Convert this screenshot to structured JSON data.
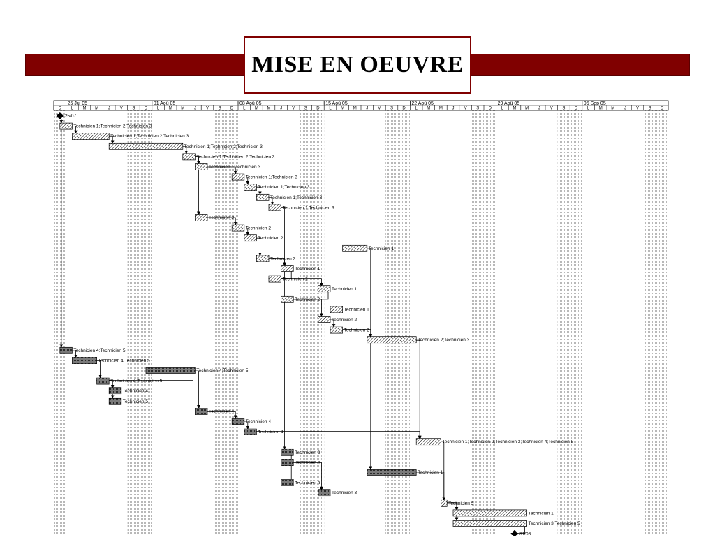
{
  "title": "MISE EN OEUVRE",
  "colors": {
    "banner": "#800000",
    "bar_fill": "#555555",
    "weekend_fill": "#e6e6e6"
  },
  "chart_data": {
    "type": "gantt",
    "timescale": {
      "weeks": [
        "25 Jul 05",
        "01 Aoû 05",
        "08 Aoû 05",
        "15 Aoû 05",
        "22 Aoû 05",
        "29 Aoû 05",
        "05 Sep 05"
      ],
      "first_day_letter": "D",
      "day_letters": [
        "L",
        "M",
        "M",
        "J",
        "V",
        "S",
        "D"
      ]
    },
    "milestones": [
      {
        "label": "25/07",
        "day": 0.5,
        "row": 0
      },
      {
        "label": "31/08",
        "day": 37.5,
        "row": 41
      }
    ],
    "tasks": [
      {
        "row": 1,
        "start": 0.5,
        "dur": 1,
        "style": "hatch",
        "label": "Technicien 1;Technicien 2;Technicien 3"
      },
      {
        "row": 2,
        "start": 1.5,
        "dur": 3,
        "style": "hatch",
        "label": "Technicien 1;Technicien 2;Technicien 3"
      },
      {
        "row": 3,
        "start": 4.5,
        "dur": 6,
        "style": "hatch",
        "label": "Technicien 1;Technicien 2;Technicien 3"
      },
      {
        "row": 4,
        "start": 10.5,
        "dur": 1,
        "style": "hatch",
        "label": "Technicien 1;Technicien 2;Technicien 3"
      },
      {
        "row": 5,
        "start": 11.5,
        "dur": 1,
        "style": "hatch",
        "label": "Technicien 1;Technicien 3"
      },
      {
        "row": 6,
        "start": 14.5,
        "dur": 1,
        "style": "hatch",
        "label": "Technicien 1;Technicien 3"
      },
      {
        "row": 7,
        "start": 15.5,
        "dur": 1,
        "style": "hatch",
        "label": "Technicien 1;Technicien 3"
      },
      {
        "row": 8,
        "start": 16.5,
        "dur": 1,
        "style": "hatch",
        "label": "Technicien 1;Technicien 3"
      },
      {
        "row": 9,
        "start": 17.5,
        "dur": 1,
        "style": "hatch",
        "label": "Technicien 1;Technicien 3"
      },
      {
        "row": 10,
        "start": 11.5,
        "dur": 1,
        "style": "hatch",
        "label": "Technicien 2"
      },
      {
        "row": 11,
        "start": 14.5,
        "dur": 1,
        "style": "hatch",
        "label": "Technicien 2"
      },
      {
        "row": 12,
        "start": 15.5,
        "dur": 1,
        "style": "hatch",
        "label": "Technicien 2"
      },
      {
        "row": 13,
        "start": 23.5,
        "dur": 2,
        "style": "hatch",
        "label": "Technicien 1"
      },
      {
        "row": 14,
        "start": 16.5,
        "dur": 1,
        "style": "hatch",
        "label": "Technicien 2"
      },
      {
        "row": 15,
        "start": 18.5,
        "dur": 1,
        "style": "hatch",
        "label": "Technicien 1"
      },
      {
        "row": 16,
        "start": 17.5,
        "dur": 1,
        "style": "hatch",
        "label": "Technicien 2"
      },
      {
        "row": 17,
        "start": 21.5,
        "dur": 1,
        "style": "hatch",
        "label": "Technicien 1"
      },
      {
        "row": 18,
        "start": 18.5,
        "dur": 1,
        "style": "hatch",
        "label": "Technicien 2"
      },
      {
        "row": 19,
        "start": 22.5,
        "dur": 1,
        "style": "hatch",
        "label": "Technicien 1"
      },
      {
        "row": 20,
        "start": 21.5,
        "dur": 1,
        "style": "hatch",
        "label": "Technicien 2"
      },
      {
        "row": 21,
        "start": 22.5,
        "dur": 1,
        "style": "hatch",
        "label": "Technicien 2"
      },
      {
        "row": 22,
        "start": 25.5,
        "dur": 4,
        "style": "hatch",
        "label": "Technicien 2;Technicien 3"
      },
      {
        "row": 23,
        "start": 0.5,
        "dur": 1,
        "style": "dark",
        "label": "Technicien 4;Technicien 5"
      },
      {
        "row": 24,
        "start": 1.5,
        "dur": 2,
        "style": "dark",
        "label": "Technicien 4;Technicien 5"
      },
      {
        "row": 25,
        "start": 7.5,
        "dur": 4,
        "style": "dark",
        "label": "Technicien 4;Technicien 5"
      },
      {
        "row": 26,
        "start": 3.5,
        "dur": 1,
        "style": "dark",
        "label": "Technicien 4;Technicien 5"
      },
      {
        "row": 27,
        "start": 4.5,
        "dur": 1,
        "style": "dark",
        "label": "Technicien 4"
      },
      {
        "row": 28,
        "start": 4.5,
        "dur": 1,
        "style": "dark",
        "label": "Technicien 5"
      },
      {
        "row": 29,
        "start": 11.5,
        "dur": 1,
        "style": "dark",
        "label": "Technicien 4"
      },
      {
        "row": 30,
        "start": 14.5,
        "dur": 1,
        "style": "dark",
        "label": "Technicien 4"
      },
      {
        "row": 31,
        "start": 15.5,
        "dur": 1,
        "style": "dark",
        "label": "Technicien 4"
      },
      {
        "row": 32,
        "start": 29.5,
        "dur": 2,
        "style": "hatch",
        "label": "Technicien 1;Technicien 2;Technicien 3;Technicien 4;Technicien 5"
      },
      {
        "row": 33,
        "start": 18.5,
        "dur": 1,
        "style": "dark",
        "label": "Technicien 3"
      },
      {
        "row": 34,
        "start": 18.5,
        "dur": 1,
        "style": "dark",
        "label": "Technicien 4"
      },
      {
        "row": 35,
        "start": 25.5,
        "dur": 4,
        "style": "dark",
        "label": "Technicien 1"
      },
      {
        "row": 36,
        "start": 18.5,
        "dur": 1,
        "style": "dark",
        "label": "Technicien 5"
      },
      {
        "row": 37,
        "start": 21.5,
        "dur": 1,
        "style": "dark",
        "label": "Technicien 3"
      },
      {
        "row": 38,
        "start": 31.5,
        "dur": 0.5,
        "style": "hatch",
        "label": "Technicien 5"
      },
      {
        "row": 39,
        "start": 32.5,
        "dur": 6,
        "style": "hatch",
        "label": "Technicien 1"
      },
      {
        "row": 40,
        "start": 32.5,
        "dur": 6,
        "style": "hatch",
        "label": "Technicien 3;Technicien 5"
      }
    ],
    "links": [
      [
        0,
        1
      ],
      [
        1,
        2
      ],
      [
        2,
        3
      ],
      [
        3,
        4
      ],
      [
        4,
        5
      ],
      [
        5,
        6
      ],
      [
        6,
        7
      ],
      [
        7,
        8
      ],
      [
        8,
        9
      ],
      [
        4,
        10
      ],
      [
        10,
        11
      ],
      [
        11,
        12
      ],
      [
        12,
        14
      ],
      [
        14,
        15
      ],
      [
        15,
        16
      ],
      [
        16,
        17
      ],
      [
        17,
        18
      ],
      [
        18,
        20
      ],
      [
        20,
        21
      ],
      [
        21,
        22
      ],
      [
        0,
        23
      ],
      [
        23,
        24
      ],
      [
        24,
        26
      ],
      [
        26,
        27
      ],
      [
        26,
        28
      ],
      [
        25,
        26
      ],
      [
        25,
        29
      ],
      [
        29,
        30
      ],
      [
        30,
        31
      ],
      [
        31,
        32
      ],
      [
        22,
        32
      ],
      [
        9,
        33
      ],
      [
        33,
        34
      ],
      [
        34,
        36
      ],
      [
        34,
        37
      ],
      [
        13,
        35
      ],
      [
        35,
        38
      ],
      [
        32,
        38
      ],
      [
        38,
        39
      ],
      [
        38,
        40
      ],
      [
        40,
        41
      ]
    ]
  }
}
